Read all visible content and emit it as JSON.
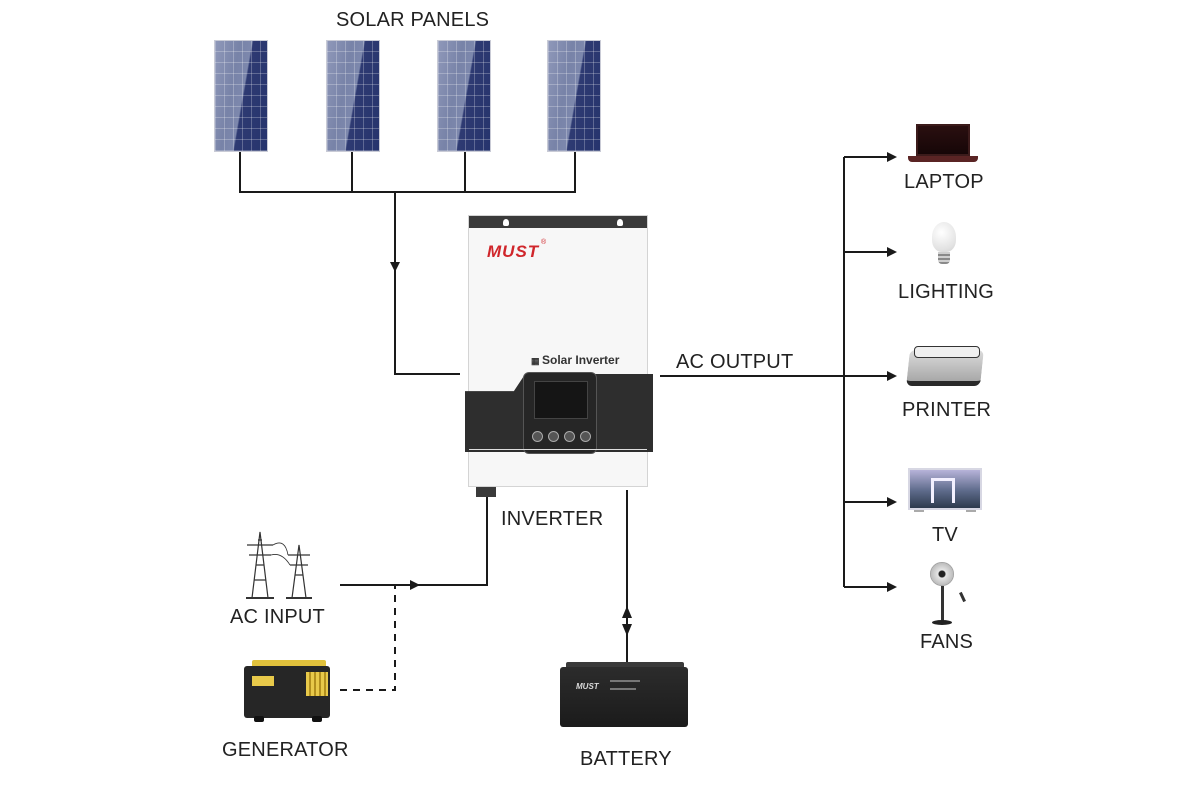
{
  "diagram": {
    "title": "Solar inverter system connection diagram",
    "nodes": {
      "solar_panels": {
        "label": "SOLAR PANELS",
        "count": 4,
        "icon": "solar-panel-icon"
      },
      "inverter": {
        "label": "INVERTER",
        "brand": "MUST",
        "registered_mark": "®",
        "model_text": "Solar Inverter",
        "icon": "inverter-icon"
      },
      "ac_output": {
        "label": "AC OUTPUT"
      },
      "ac_input": {
        "label": "AC INPUT",
        "icon": "power-tower-icon"
      },
      "generator": {
        "label": "GENERATOR",
        "icon": "generator-icon"
      },
      "battery": {
        "label": "BATTERY",
        "brand": "MUST",
        "icon": "battery-icon"
      }
    },
    "loads": [
      {
        "label": "LAPTOP",
        "icon": "laptop-icon"
      },
      {
        "label": "LIGHTING",
        "icon": "light-bulb-icon"
      },
      {
        "label": "PRINTER",
        "icon": "printer-icon"
      },
      {
        "label": "TV",
        "icon": "tv-icon"
      },
      {
        "label": "FANS",
        "icon": "fan-icon"
      }
    ],
    "connections": [
      {
        "from": "solar_panels",
        "to": "inverter",
        "style": "solid",
        "direction": "one-way"
      },
      {
        "from": "inverter",
        "to": "loads",
        "label": "AC OUTPUT",
        "style": "solid",
        "direction": "one-way"
      },
      {
        "from": "ac_input",
        "to": "inverter",
        "style": "solid",
        "direction": "one-way"
      },
      {
        "from": "generator",
        "to": "inverter",
        "style": "dashed",
        "direction": "one-way"
      },
      {
        "from": "inverter",
        "to": "battery",
        "style": "solid",
        "direction": "two-way"
      }
    ],
    "colors": {
      "line": "#1a1a1a",
      "brand_red": "#d0262b",
      "panel_blue": "#26346d",
      "background": "#ffffff"
    }
  }
}
